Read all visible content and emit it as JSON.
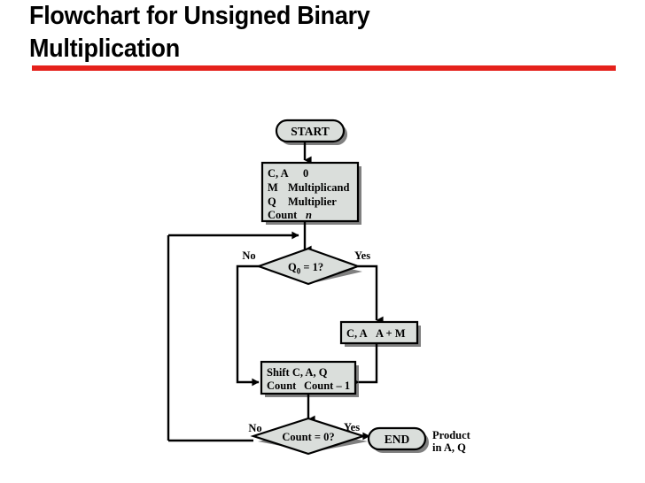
{
  "slide": {
    "title": "Flowchart for Unsigned Binary\nMultiplication",
    "rule_color": "#e5211b",
    "background": "#ffffff"
  },
  "theme": {
    "node_fill": "#dadedb",
    "node_stroke": "#000000",
    "shadow_color": "#808080",
    "line_color": "#000000"
  },
  "chart_data": {
    "type": "diagram",
    "title": "Flowchart for Unsigned Binary Multiplication",
    "nodes": [
      {
        "id": "start",
        "shape": "terminator",
        "label": "START"
      },
      {
        "id": "init",
        "shape": "process",
        "lines": [
          "C, A ← 0",
          "M ← Multiplicand",
          "Q ← Multiplier",
          "Count ← n"
        ]
      },
      {
        "id": "q0test",
        "shape": "decision",
        "label": "Q0 = 1?"
      },
      {
        "id": "add",
        "shape": "process",
        "lines": [
          "C, A ← A + M"
        ]
      },
      {
        "id": "shift",
        "shape": "process",
        "lines": [
          "Shift C, A, Q",
          "Count ← Count – 1"
        ]
      },
      {
        "id": "cnttest",
        "shape": "decision",
        "label": "Count = 0?"
      },
      {
        "id": "end",
        "shape": "terminator",
        "label": "END"
      }
    ],
    "edges": [
      {
        "from": "start",
        "to": "init",
        "label": ""
      },
      {
        "from": "init",
        "to": "q0test",
        "label": ""
      },
      {
        "from": "q0test",
        "to": "add",
        "label": "Yes"
      },
      {
        "from": "q0test",
        "to": "shift",
        "label": "No"
      },
      {
        "from": "add",
        "to": "shift",
        "label": ""
      },
      {
        "from": "shift",
        "to": "cnttest",
        "label": ""
      },
      {
        "from": "cnttest",
        "to": "end",
        "label": "Yes"
      },
      {
        "from": "cnttest",
        "to": "q0test",
        "label": "No"
      }
    ],
    "annotations": [
      {
        "id": "product-note",
        "lines": [
          "Product",
          "in A, Q"
        ],
        "attached_to": "end"
      }
    ]
  },
  "labels": {
    "start": "START",
    "end": "END",
    "init_l1_a": "C, A",
    "init_l1_b": "0",
    "init_l2_a": "M",
    "init_l2_b": "Multiplicand",
    "init_l3_a": "Q",
    "init_l3_b": "Multiplier",
    "init_l4_a": "Count",
    "init_l4_b": "n",
    "q0_q": "Q",
    "q0_sub": "0",
    "q0_rest": " = 1?",
    "add_a": "C, A",
    "add_b": "A + M",
    "shift_l1": "Shift C, A, Q",
    "shift_l2_a": "Count",
    "shift_l2_b": "Count – 1",
    "count_test": "Count = 0?",
    "yes_1": "Yes",
    "no_1": "No",
    "yes_2": "Yes",
    "no_2": "No",
    "note_l1": "Product",
    "note_l2": "in A, Q"
  }
}
